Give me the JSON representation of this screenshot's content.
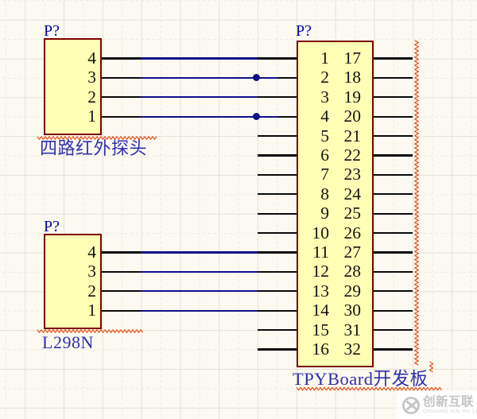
{
  "colors": {
    "background": "#FCF9F1",
    "component_fill": "#FFFFB5",
    "component_outline": "#7D0101",
    "wire": "#0F0F88",
    "pin_line": "#0A0A0A",
    "designator_text": "#0202A6",
    "label_text": "#3030AC",
    "squiggle": "#E55B25",
    "watermark_gray": "#C4C4C4"
  },
  "connector_a": {
    "designator": "P?",
    "label": "四路红外探头",
    "pins": [
      "4",
      "3",
      "2",
      "1"
    ]
  },
  "connector_b": {
    "designator": "P?",
    "label": "L298N",
    "pins": [
      "4",
      "3",
      "2",
      "1"
    ]
  },
  "main_connector": {
    "designator": "P?",
    "label": "TPYBoard开发板",
    "left_pins": [
      "1",
      "2",
      "3",
      "4",
      "5",
      "6",
      "7",
      "8",
      "9",
      "10",
      "11",
      "12",
      "13",
      "14",
      "15",
      "16"
    ],
    "right_pins": [
      "17",
      "18",
      "19",
      "20",
      "21",
      "22",
      "23",
      "24",
      "25",
      "26",
      "27",
      "28",
      "29",
      "30",
      "31",
      "32"
    ]
  },
  "connections": {
    "top_wired_rows": [
      1,
      2,
      3,
      4
    ],
    "bottom_wired_rows": [
      11,
      12,
      13,
      14
    ],
    "junction_rows": [
      2,
      4
    ]
  },
  "watermark": {
    "name": "创新互联",
    "caption": "CHUANG XIN HU LIAN"
  }
}
